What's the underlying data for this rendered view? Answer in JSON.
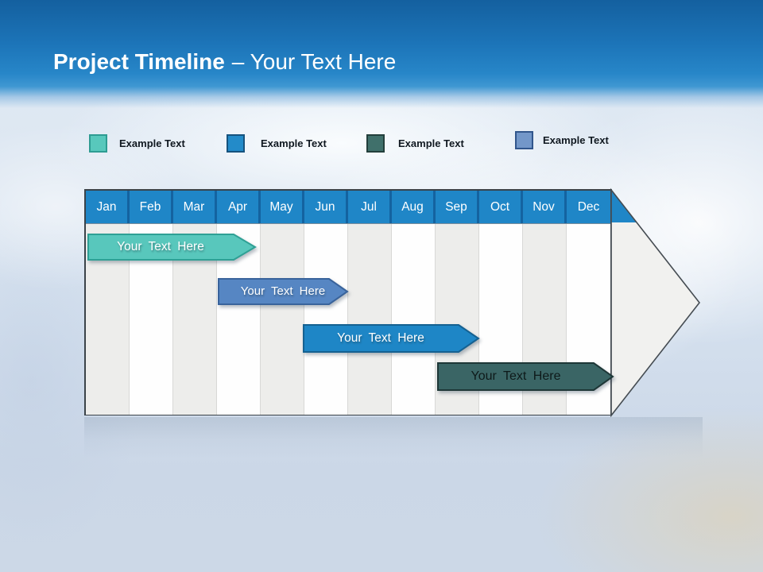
{
  "slide": {
    "title_main": "Project Timeline",
    "title_suffix": "– Your Text Here"
  },
  "legend": {
    "items": [
      {
        "label": "Example Text",
        "swatch_color": "#58C8BC",
        "swatch_border": "#2E9C92"
      },
      {
        "label": "Example Text",
        "swatch_color": "#238BC9",
        "swatch_border": "#16537E"
      },
      {
        "label": "Example Text",
        "swatch_color": "#40706B",
        "swatch_border": "#233F3C"
      },
      {
        "label": "Example Text",
        "swatch_color": "#7397C9",
        "swatch_border": "#31568C"
      }
    ]
  },
  "timeline": {
    "months": [
      "Jan",
      "Feb",
      "Mar",
      "Apr",
      "May",
      "Jun",
      "Jul",
      "Aug",
      "Sep",
      "Oct",
      "Nov",
      "Dec"
    ],
    "header_color": "#1F86C7",
    "header_divider_color": "#1463A0",
    "column_stripe_colors": [
      "#EDEDEB",
      "#FEFEFE"
    ],
    "big_arrow_color": "#F1F1EF",
    "bars": [
      {
        "label": "Your Text Here",
        "fill": "#58C7BC",
        "border": "#2FA095",
        "text_color": "#FFFFFF",
        "start_month": "Jan",
        "end_month": "Apr"
      },
      {
        "label": "Your Text Here",
        "fill": "#5686C3",
        "border": "#39639B",
        "text_color": "#FFFFFF",
        "start_month": "Apr",
        "end_month": "Jun"
      },
      {
        "label": "Your Text Here",
        "fill": "#1E86C6",
        "border": "#156191",
        "text_color": "#FFFFFF",
        "start_month": "Jun",
        "end_month": "Sep"
      },
      {
        "label": "Your Text Here",
        "fill": "#3A6565",
        "border": "#1E3737",
        "text_color": "#0E1A1A",
        "start_month": "Sep",
        "end_month": "Dec"
      }
    ]
  }
}
